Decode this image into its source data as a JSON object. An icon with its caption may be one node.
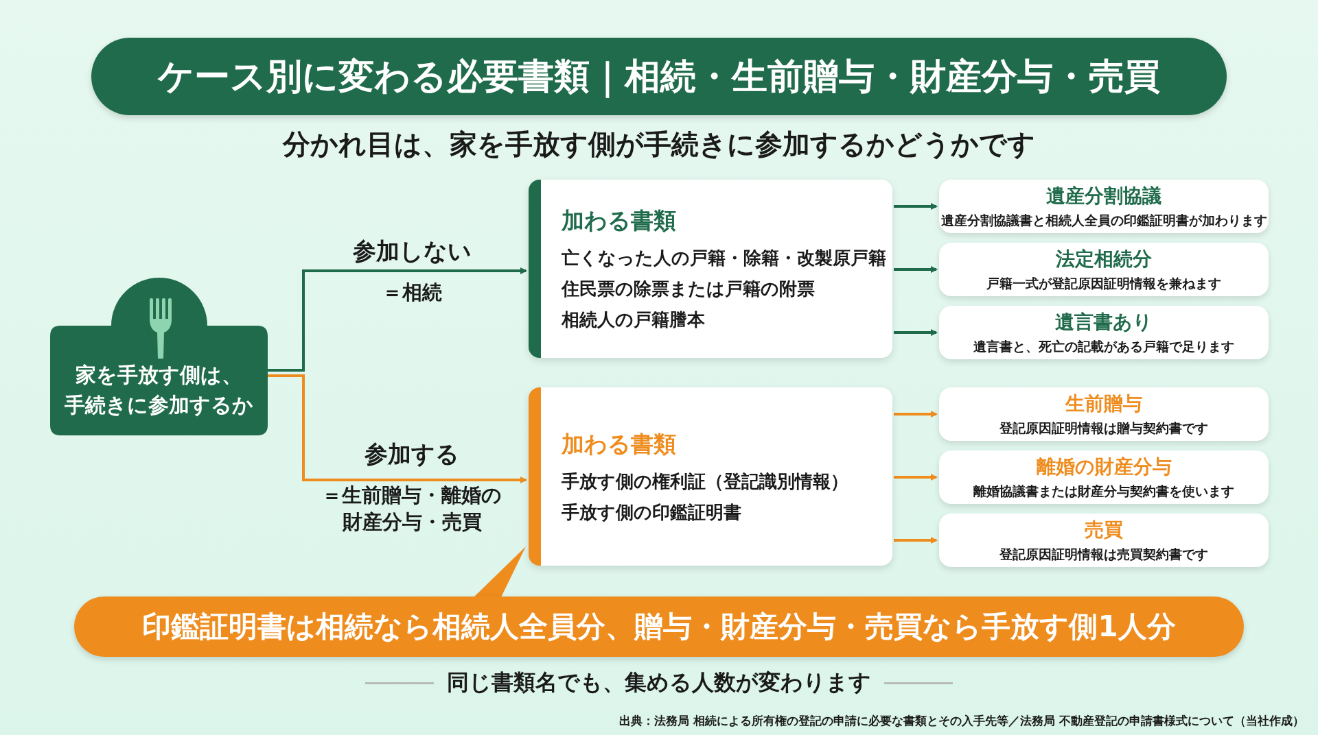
{
  "diagram": {
    "title": "ケース別に変わる必要書類｜相続・生前贈与・財産分与・売買",
    "nodes": [
      {
        "text": [
          "家を手放す側は、手続きに参加するか"
        ]
      },
      {
        "text": [
          "加わる書類",
          "亡くなった人の戸籍・除籍・改製原戸籍",
          "住民票の除票または戸籍の附票",
          "相続人の戸籍謄本"
        ]
      },
      {
        "text": [
          "加わる書類",
          "手放す側の権利証（登記識別情報）",
          "手放す側の印鑑証明書"
        ]
      },
      {
        "text": [
          "遺産分割協議",
          "遺産分割協議書と相続人全員の印鑑証明書が加わります"
        ]
      },
      {
        "text": [
          "法定相続分",
          "戸籍一式が登記原因証明情報を兼ねます"
        ]
      },
      {
        "text": [
          "遺言書あり",
          "遺言書と、死亡の記載がある戸籍で足ります"
        ]
      },
      {
        "text": [
          "生前贈与",
          "登記原因証明情報は贈与契約書です"
        ]
      },
      {
        "text": [
          "離婚の財産分与",
          "離婚協議書または財産分与契約書を使います"
        ]
      },
      {
        "text": [
          "売買",
          "登記原因証明情報は売買契約書です"
        ]
      },
      {
        "text": [
          "印鑑証明書は相続なら相続人全員分、贈与・財産分与・売買なら手放す側1人分"
        ]
      }
    ],
    "edges": [
      {
        "from": 0,
        "to": 1,
        "arrow": "to",
        "label": "参加しない",
        "color": "#1f6b4b"
      },
      {
        "from": 0,
        "to": 2,
        "arrow": "to",
        "label": "参加する",
        "color": "#ee8c1e"
      },
      {
        "from": 1,
        "to": 3,
        "arrow": "to",
        "color": "#1f6b4b"
      },
      {
        "from": 1,
        "to": 4,
        "arrow": "to",
        "color": "#1f6b4b"
      },
      {
        "from": 1,
        "to": 5,
        "arrow": "to",
        "color": "#1f6b4b"
      },
      {
        "from": 2,
        "to": 6,
        "arrow": "to",
        "color": "#ee8c1e"
      },
      {
        "from": 2,
        "to": 7,
        "arrow": "to",
        "color": "#ee8c1e"
      },
      {
        "from": 2,
        "to": 8,
        "arrow": "to",
        "color": "#ee8c1e"
      },
      {
        "from": 9,
        "to": 2,
        "arrow": "none",
        "color": "#ee8c1e"
      }
    ],
    "labels": [
      "分かれ目は、家を手放す側が手続きに参加するかどうかです",
      "＝相続",
      "＝生前贈与・離婚の財産分与・売買",
      "同じ書類名でも、集める人数が変わります",
      "出典：法務局 相続による所有権の登記の申請に必要な書類とその入手先等／法務局 不動産登記の申請書様式について（当社作成）"
    ]
  }
}
